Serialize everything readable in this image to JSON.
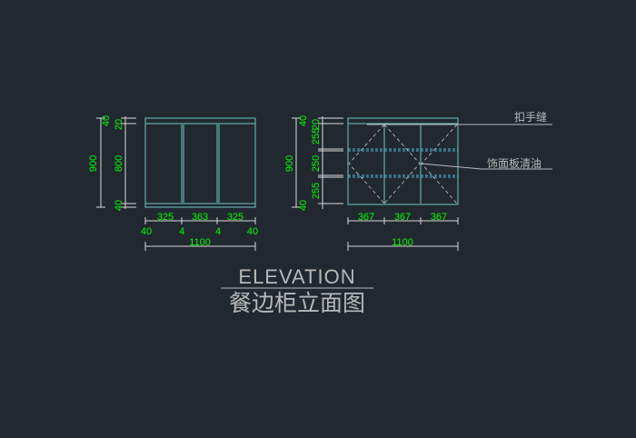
{
  "colors": {
    "background": "#222830",
    "cabinet_outline": "#6ec6c6",
    "dimension_line": "#d8d8d8",
    "dimension_text": "#00ff00",
    "title_text": "#b8b8b8",
    "hidden_line": "#4fb8d8"
  },
  "left_view": {
    "vertical_dims": {
      "total": "900",
      "top_gap": "40",
      "top_band": "20",
      "middle": "800",
      "bottom_band": "40"
    },
    "horizontal_dims": {
      "door1": "325",
      "door2": "363",
      "door3": "325",
      "left_end": "40",
      "gap1": "4",
      "gap2": "4",
      "right_end": "40",
      "total": "1100"
    }
  },
  "right_view": {
    "vertical_dims": {
      "total": "900",
      "top_a": "40",
      "top_b": "20",
      "row1": "255",
      "row2": "250",
      "row3": "255",
      "bottom": "40"
    },
    "horizontal_dims": {
      "col1": "367",
      "col2": "367",
      "col3": "367",
      "total": "1100"
    },
    "callouts": {
      "handle_groove": "扣手缝",
      "panel_finish": "饰面板清油"
    }
  },
  "title": {
    "english": "ELEVATION",
    "chinese": "餐边柜立面图"
  }
}
